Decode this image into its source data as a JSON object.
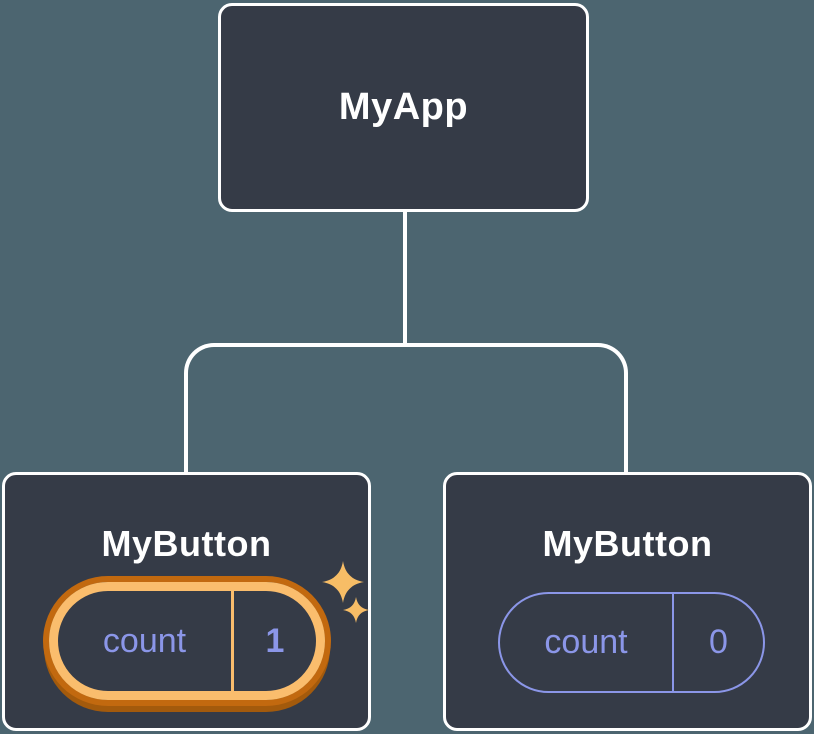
{
  "tree": {
    "root": {
      "label": "MyApp"
    },
    "children": [
      {
        "label": "MyButton",
        "state": {
          "key": "count",
          "value": "1"
        },
        "highlighted": true,
        "icon": "sparkles-icon"
      },
      {
        "label": "MyButton",
        "state": {
          "key": "count",
          "value": "0"
        },
        "highlighted": false
      }
    ]
  },
  "colors": {
    "background": "#4c6570",
    "node_fill": "#353b47",
    "node_border": "#ffffff",
    "connector": "#ffffff",
    "state_text": "#8b96e8",
    "highlight_ring_light": "#fabd6d",
    "highlight_ring_dark": "#c2690f",
    "highlight_ring_shadow": "#a35a0c",
    "sparkle": "#f7bd66"
  }
}
